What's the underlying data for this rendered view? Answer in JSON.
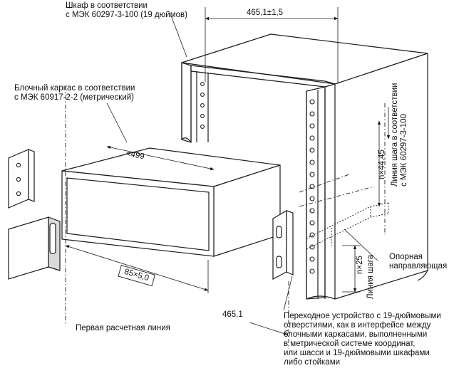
{
  "labels": {
    "cabinet": [
      "Шкаф в соответствии",
      "с МЭК 60297-3-100 (19 дюймов)"
    ],
    "subrack": [
      "Блочный каркас в соответствии",
      "с МЭК 60917-2-2 (метрический)"
    ],
    "dim_cabinet_width": "465,1±1,5",
    "dim_subrack_width": "<499",
    "dim_pitch_metric": "85×5,0",
    "dim_pitch_vertical": "n×44,45",
    "dim_pitch_25": "n×25",
    "dim_465": "465,1",
    "pitch_line_cabinet": [
      "Линия шага в соответствии",
      "с МЭК 60297-3-100"
    ],
    "pitch_line": "Линия шага",
    "support_rail": [
      "Опорная",
      "направляющая"
    ],
    "first_datum": "Первая расчетная линия",
    "adapter": [
      "Переходное устройство с 19-дюймовыми",
      "отверстиями, как в интерфейсе между",
      "блочными каркасами, выполненными",
      "в метрической системе координат,",
      "или шасси и 19-дюймовыми шкафами",
      "либо стойками"
    ]
  }
}
